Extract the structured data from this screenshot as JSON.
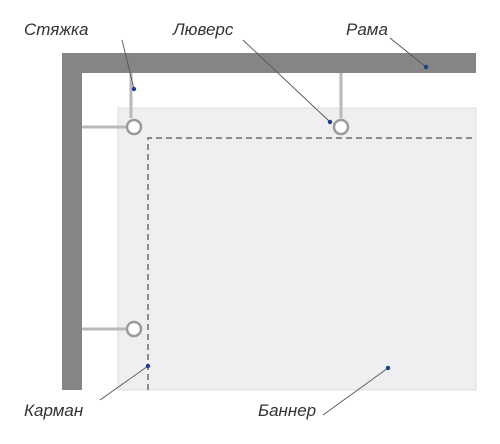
{
  "labels": {
    "tie": "Стяжка",
    "grommet": "Люверс",
    "frame": "Рама",
    "pocket": "Карман",
    "banner": "Баннер"
  },
  "colors": {
    "frame": "#858585",
    "banner_fill": "#efeff1",
    "banner_edge": "#dcdde0",
    "tie_line": "#b9b9b9",
    "grommet_ring": "#9a9a9a",
    "seam": "#8c8c8c",
    "leader_line": "#555555",
    "leader_dot": "#1f3f8f",
    "text": "#333333"
  },
  "icons": {
    "grommet": "ring-icon",
    "leader_end": "dot-icon"
  }
}
